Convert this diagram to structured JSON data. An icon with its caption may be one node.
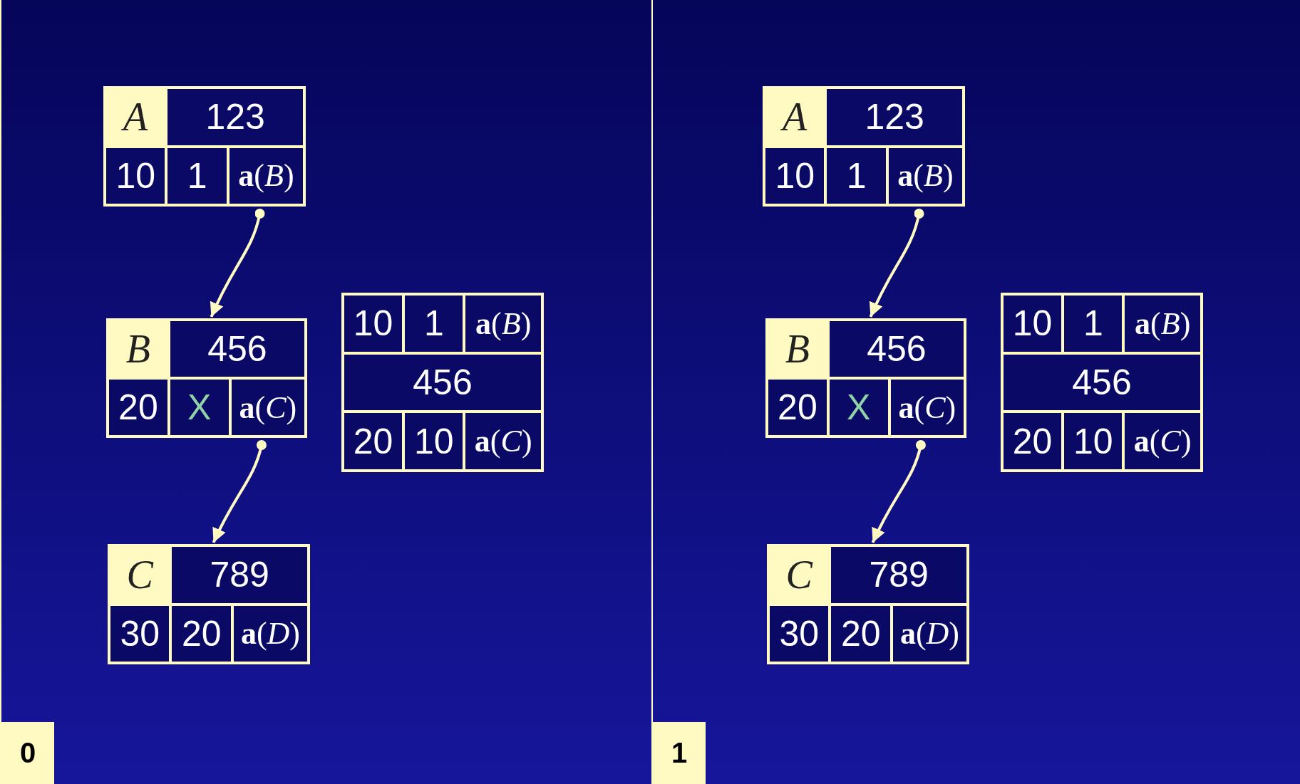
{
  "diagram": {
    "nodes": [
      {
        "text": [
          "0"
        ]
      },
      {
        "text": [
          "A",
          "123",
          "10",
          "1",
          "**a**(*B*)"
        ],
        "in": 0
      },
      {
        "text": [
          "B",
          "456",
          "20",
          "X",
          "**a**(*C*)"
        ],
        "in": 0
      },
      {
        "text": [
          "10",
          "1",
          "**a**(*B*)",
          "456",
          "20",
          "10",
          "**a**(*C*)"
        ],
        "in": 0
      },
      {
        "text": [
          "C",
          "789",
          "30",
          "20",
          "**a**(*D*)"
        ],
        "in": 0
      },
      {
        "text": [
          "1"
        ]
      },
      {
        "text": [
          "A",
          "123",
          "10",
          "1",
          "**a**(*B*)"
        ],
        "in": 5
      },
      {
        "text": [
          "B",
          "456",
          "20",
          "X",
          "**a**(*C*)"
        ],
        "in": 5
      },
      {
        "text": [
          "10",
          "1",
          "**a**(*B*)",
          "456",
          "20",
          "10",
          "**a**(*C*)"
        ],
        "in": 5
      },
      {
        "text": [
          "C",
          "789",
          "30",
          "20",
          "**a**(*D*)"
        ],
        "in": 5
      }
    ],
    "edges": [
      {
        "from": 1,
        "to": 2,
        "arrow": "to"
      },
      {
        "from": 2,
        "to": 4,
        "arrow": "to"
      },
      {
        "from": 6,
        "to": 7,
        "arrow": "to"
      },
      {
        "from": 7,
        "to": 9,
        "arrow": "to"
      }
    ]
  }
}
